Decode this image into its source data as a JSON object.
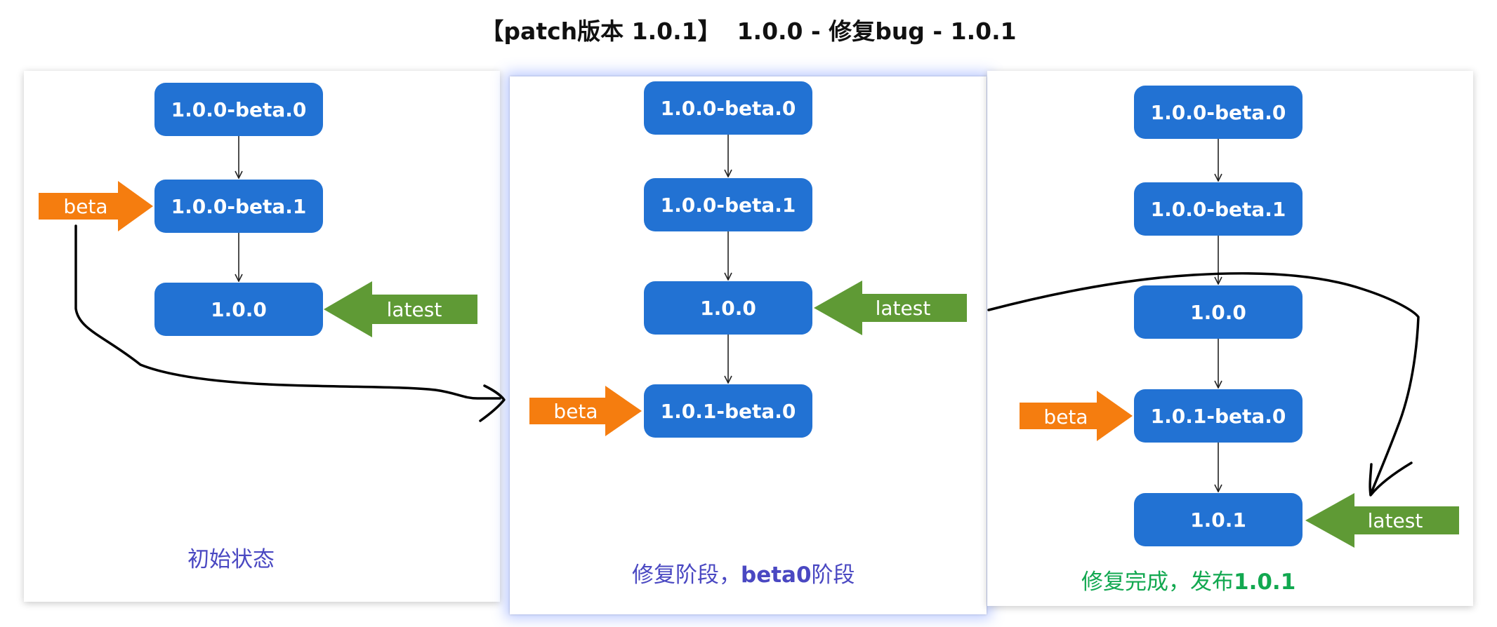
{
  "title": "【patch版本 1.0.1】  1.0.0 - 修复bug - 1.0.1",
  "colors": {
    "node": "#2272d3",
    "beta_tag": "#f57d0f",
    "latest_tag": "#5f9a35",
    "label_blue": "#4a48c2",
    "label_green": "#12a850"
  },
  "panels": [
    {
      "nodes": [
        "1.0.0-beta.0",
        "1.0.0-beta.1",
        "1.0.0"
      ],
      "tags": {
        "beta": "beta",
        "latest": "latest"
      },
      "label": {
        "text": "初始状态"
      }
    },
    {
      "nodes": [
        "1.0.0-beta.0",
        "1.0.0-beta.1",
        "1.0.0",
        "1.0.1-beta.0"
      ],
      "tags": {
        "beta": "beta",
        "latest": "latest"
      },
      "label": {
        "prefix": "修复阶段，",
        "bold": "beta0",
        "suffix": "阶段"
      }
    },
    {
      "nodes": [
        "1.0.0-beta.0",
        "1.0.0-beta.1",
        "1.0.0",
        "1.0.1-beta.0",
        "1.0.1"
      ],
      "tags": {
        "beta": "beta",
        "latest": "latest"
      },
      "label": {
        "prefix": "修复完成，发布",
        "bold": "1.0.1"
      }
    }
  ]
}
